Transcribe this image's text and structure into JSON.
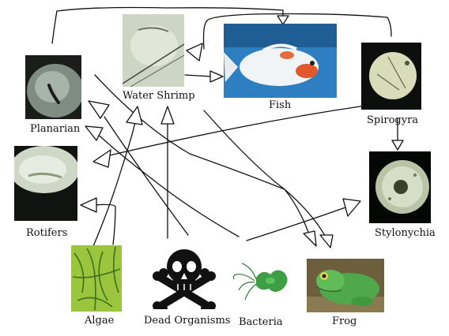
{
  "organisms": {
    "planarian": "Planarian",
    "water_shrimp": "Water Shrimp",
    "fish": "Fish",
    "spirogyra": "Spirogyra",
    "rotifers": "Rotifers",
    "stylonychia": "Stylonychia",
    "algae": "Algae",
    "dead_organisms": "Dead Organisms",
    "bacteria": "Bacteria",
    "frog": "Frog"
  },
  "colors": {
    "stroke": "#111111",
    "background": "#ffffff"
  },
  "icons": {
    "dead_organisms": "skull-and-crossbones-icon",
    "bacteria": "bacterium-icon"
  }
}
